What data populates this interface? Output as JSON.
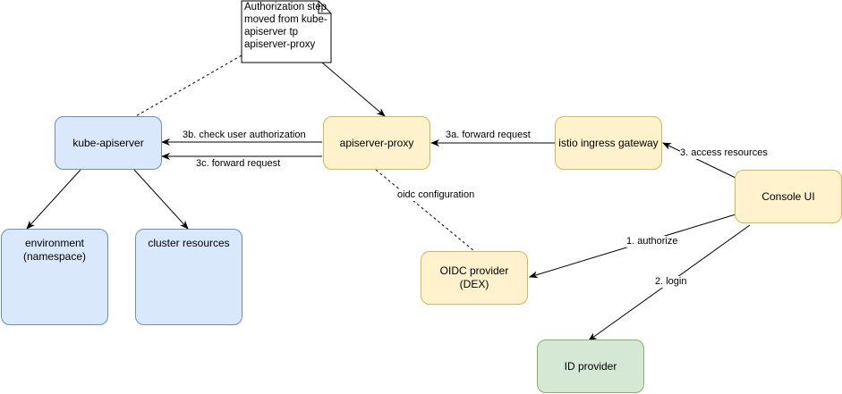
{
  "nodes": {
    "kube_apiserver": "kube-apiserver",
    "apiserver_proxy": "apiserver-proxy",
    "istio_gateway": "istio ingress gateway",
    "console_ui": "Console UI",
    "environment": "environment\n(namespace)",
    "cluster_resources": "cluster resources",
    "oidc_provider": "OIDC provider\n(DEX)",
    "id_provider": "ID provider"
  },
  "note": "Authorization step\nmoved from kube-\napiserver tp\napiserver-proxy",
  "edges": {
    "check_user_authorization": "3b. check user authorization",
    "forward_request_3c": "3c. forward request",
    "forward_request_3a": "3a. forward request",
    "access_resources": "3. access resources",
    "oidc_configuration": "oidc configuration",
    "authorize": "1. authorize",
    "login": "2. login"
  },
  "colors": {
    "blue_fill": "#dae8fc",
    "blue_stroke": "#6c8ebf",
    "yellow_fill": "#fff2cc",
    "yellow_stroke": "#d6b656",
    "green_fill": "#d5e8d4",
    "green_stroke": "#82b366"
  }
}
